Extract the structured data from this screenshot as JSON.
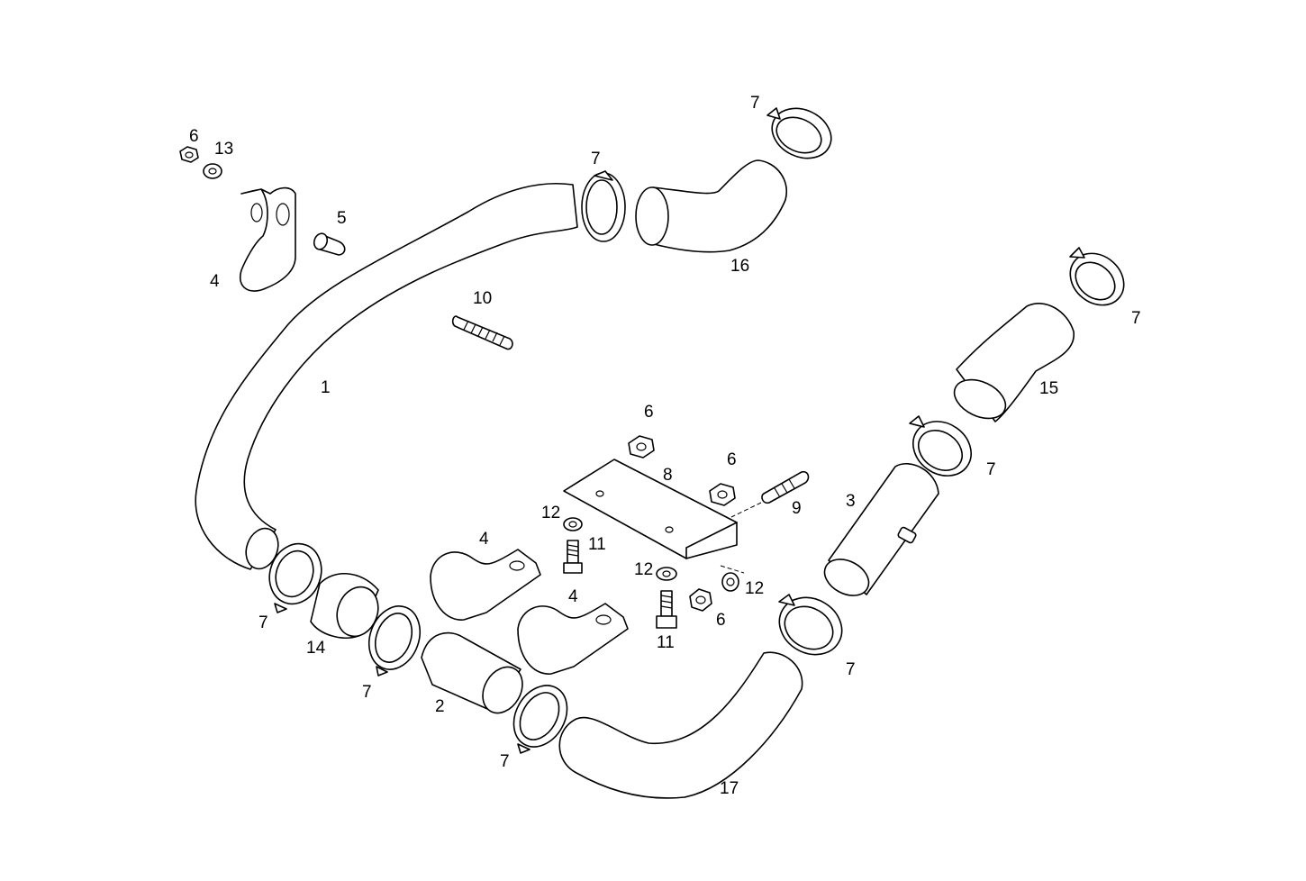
{
  "labels": [
    {
      "id": "l6a",
      "text": "6"
    },
    {
      "id": "l13",
      "text": "13"
    },
    {
      "id": "l5",
      "text": "5"
    },
    {
      "id": "l4a",
      "text": "4"
    },
    {
      "id": "l7a",
      "text": "7"
    },
    {
      "id": "l7b",
      "text": "7"
    },
    {
      "id": "l16",
      "text": "16"
    },
    {
      "id": "l10",
      "text": "10"
    },
    {
      "id": "l1",
      "text": "1"
    },
    {
      "id": "l7c",
      "text": "7"
    },
    {
      "id": "l15",
      "text": "15"
    },
    {
      "id": "l6b",
      "text": "6"
    },
    {
      "id": "l8",
      "text": "8"
    },
    {
      "id": "l6c",
      "text": "6"
    },
    {
      "id": "l9",
      "text": "9"
    },
    {
      "id": "l3",
      "text": "3"
    },
    {
      "id": "l7d",
      "text": "7"
    },
    {
      "id": "l12a",
      "text": "12"
    },
    {
      "id": "l11a",
      "text": "11"
    },
    {
      "id": "l4b",
      "text": "4"
    },
    {
      "id": "l4c",
      "text": "4"
    },
    {
      "id": "l12b",
      "text": "12"
    },
    {
      "id": "l12c",
      "text": "12"
    },
    {
      "id": "l6d",
      "text": "6"
    },
    {
      "id": "l11b",
      "text": "11"
    },
    {
      "id": "l7e",
      "text": "7"
    },
    {
      "id": "l14",
      "text": "14"
    },
    {
      "id": "l7f",
      "text": "7"
    },
    {
      "id": "l2",
      "text": "2"
    },
    {
      "id": "l7g",
      "text": "7"
    },
    {
      "id": "l17",
      "text": "17"
    },
    {
      "id": "l7h",
      "text": "7"
    }
  ]
}
